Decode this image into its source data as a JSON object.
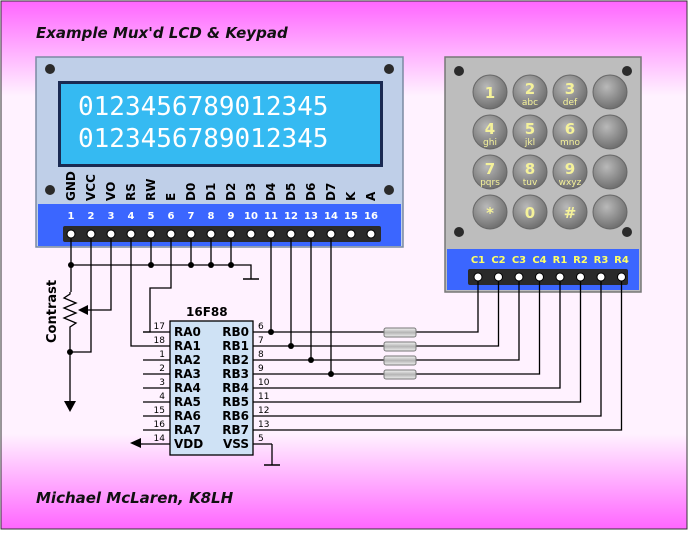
{
  "title": "Example Mux'd LCD & Keypad",
  "author": "Michael McLaren, K8LH",
  "lcd": {
    "line1": "0123456789012345",
    "line2": "0123456789012345",
    "pins": [
      "GND",
      "VCC",
      "VO",
      "RS",
      "RW",
      "E",
      "D0",
      "D1",
      "D2",
      "D3",
      "D4",
      "D5",
      "D6",
      "D7",
      "K",
      "A"
    ],
    "pin_numbers": [
      "1",
      "2",
      "3",
      "4",
      "5",
      "6",
      "7",
      "8",
      "9",
      "10",
      "11",
      "12",
      "13",
      "14",
      "15",
      "16"
    ]
  },
  "keypad": {
    "keys": [
      {
        "main": "1",
        "sub": ""
      },
      {
        "main": "2",
        "sub": "abc"
      },
      {
        "main": "3",
        "sub": "def"
      },
      {
        "main": "",
        "sub": ""
      },
      {
        "main": "4",
        "sub": "ghi"
      },
      {
        "main": "5",
        "sub": "jkl"
      },
      {
        "main": "6",
        "sub": "mno"
      },
      {
        "main": "",
        "sub": ""
      },
      {
        "main": "7",
        "sub": "pqrs"
      },
      {
        "main": "8",
        "sub": "tuv"
      },
      {
        "main": "9",
        "sub": "wxyz"
      },
      {
        "main": "",
        "sub": ""
      },
      {
        "main": "*",
        "sub": ""
      },
      {
        "main": "0",
        "sub": ""
      },
      {
        "main": "#",
        "sub": ""
      },
      {
        "main": "",
        "sub": ""
      }
    ],
    "pins": [
      "C1",
      "C2",
      "C3",
      "C4",
      "R1",
      "R2",
      "R3",
      "R4"
    ]
  },
  "contrast_label": "Contrast",
  "chip": {
    "name": "16F88",
    "left_pins": [
      {
        "label": "RA0",
        "num": "17"
      },
      {
        "label": "RA1",
        "num": "18"
      },
      {
        "label": "RA2",
        "num": "1"
      },
      {
        "label": "RA3",
        "num": "2"
      },
      {
        "label": "RA4",
        "num": "3"
      },
      {
        "label": "RA5",
        "num": "4"
      },
      {
        "label": "RA6",
        "num": "15"
      },
      {
        "label": "RA7",
        "num": "16"
      },
      {
        "label": "VDD",
        "num": "14"
      }
    ],
    "right_pins": [
      {
        "label": "RB0",
        "num": "6"
      },
      {
        "label": "RB1",
        "num": "7"
      },
      {
        "label": "RB2",
        "num": "8"
      },
      {
        "label": "RB3",
        "num": "9"
      },
      {
        "label": "RB4",
        "num": "10"
      },
      {
        "label": "RB5",
        "num": "11"
      },
      {
        "label": "RB6",
        "num": "12"
      },
      {
        "label": "RB7",
        "num": "13"
      },
      {
        "label": "VSS",
        "num": "5"
      }
    ]
  }
}
